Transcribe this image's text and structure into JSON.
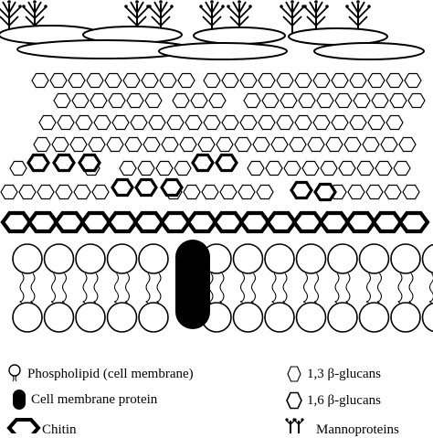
{
  "colors": {
    "ink": "#000000",
    "fill": "#ffffff"
  },
  "legend": {
    "phospholipid": {
      "label": "Phospholipid (cell membrane)",
      "icon": "phospholipid-icon"
    },
    "membrane_protein": {
      "label": "Cell membrane protein",
      "icon": "membrane-protein-icon"
    },
    "chitin": {
      "label": "Chitin",
      "icon": "chitin-hexagon-icon"
    },
    "beta13": {
      "label": "1,3 β-glucans",
      "icon": "thin-hexagon-icon"
    },
    "beta16": {
      "label": "1,6 β-glucans",
      "icon": "medium-hexagon-icon"
    },
    "mannoprotein": {
      "label": "Mannoproteins",
      "icon": "mannoprotein-icon"
    }
  }
}
